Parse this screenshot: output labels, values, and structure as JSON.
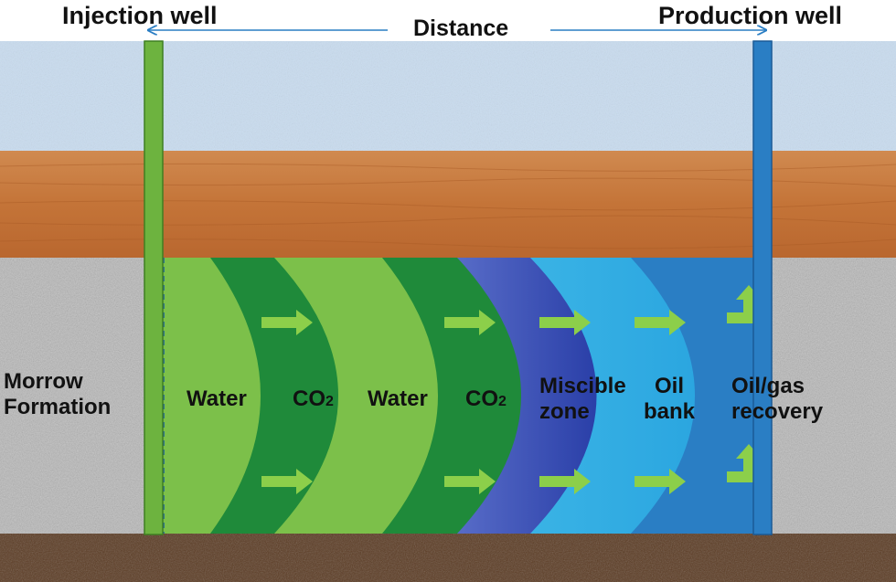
{
  "header": {
    "injection_well": "Injection well",
    "production_well": "Production well",
    "distance": "Distance"
  },
  "formation_label": {
    "line1": "Morrow",
    "line2": "Formation"
  },
  "zones": [
    {
      "id": "water-1",
      "lines": [
        "Water"
      ]
    },
    {
      "id": "co2-1",
      "lines": [
        "CO",
        "2"
      ]
    },
    {
      "id": "water-2",
      "lines": [
        "Water"
      ]
    },
    {
      "id": "co2-2",
      "lines": [
        "CO",
        "2"
      ]
    },
    {
      "id": "miscible",
      "lines": [
        "Miscible",
        "zone"
      ]
    },
    {
      "id": "oil-bank",
      "lines": [
        "Oil",
        "bank"
      ]
    },
    {
      "id": "recovery",
      "lines": [
        "Oil/gas",
        "recovery"
      ]
    }
  ],
  "colors": {
    "sky": "#c9dcef",
    "clay_layer": "#c8793f",
    "rock": "#b8b8b8",
    "soil": "#5a3a22",
    "water_zone": "#7cc04a",
    "co2_zone": "#1f8a3a",
    "miscible_zone": "#4a6fd0",
    "oil_bank": "#38b4e6",
    "recovery_zone": "#2a7ec4",
    "injection_well": "#6db33f",
    "production_well": "#2a7ec4",
    "flow_arrow": "#8ccf4a"
  }
}
